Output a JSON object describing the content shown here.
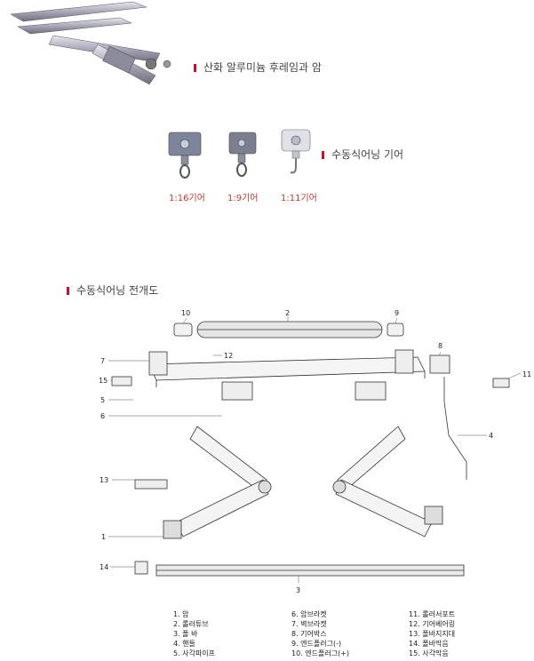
{
  "sections": {
    "arm": {
      "title": "산화 알루미늄 후레임과 암"
    },
    "gear": {
      "title": "수동식어닝 기어",
      "items": [
        {
          "label": "1:16기어"
        },
        {
          "label": "1:9기어"
        },
        {
          "label": "1:11기어"
        }
      ]
    },
    "diagram": {
      "title": "수동식어닝 전개도"
    }
  },
  "callouts": [
    "1",
    "2",
    "3",
    "4",
    "5",
    "6",
    "7",
    "8",
    "9",
    "10",
    "11",
    "12",
    "13",
    "14",
    "15"
  ],
  "legend": {
    "col1": [
      "1. 암",
      "2. 롤러튜브",
      "3. 폴 바",
      "4. 핸들",
      "5. 사각파이프"
    ],
    "col2": [
      "6. 암브라켓",
      "7. 벽브라켓",
      "8. 기어박스",
      "9. 엔드플러그(-)",
      "10. 엔드플러그(+)"
    ],
    "col3": [
      "11. 롤러서포트",
      "12. 기어베어링",
      "13. 폴바지지대",
      "14. 폴바막음",
      "15. 사각막음"
    ]
  },
  "colors": {
    "accent": "#c8102e",
    "caption": "#c0392b"
  }
}
